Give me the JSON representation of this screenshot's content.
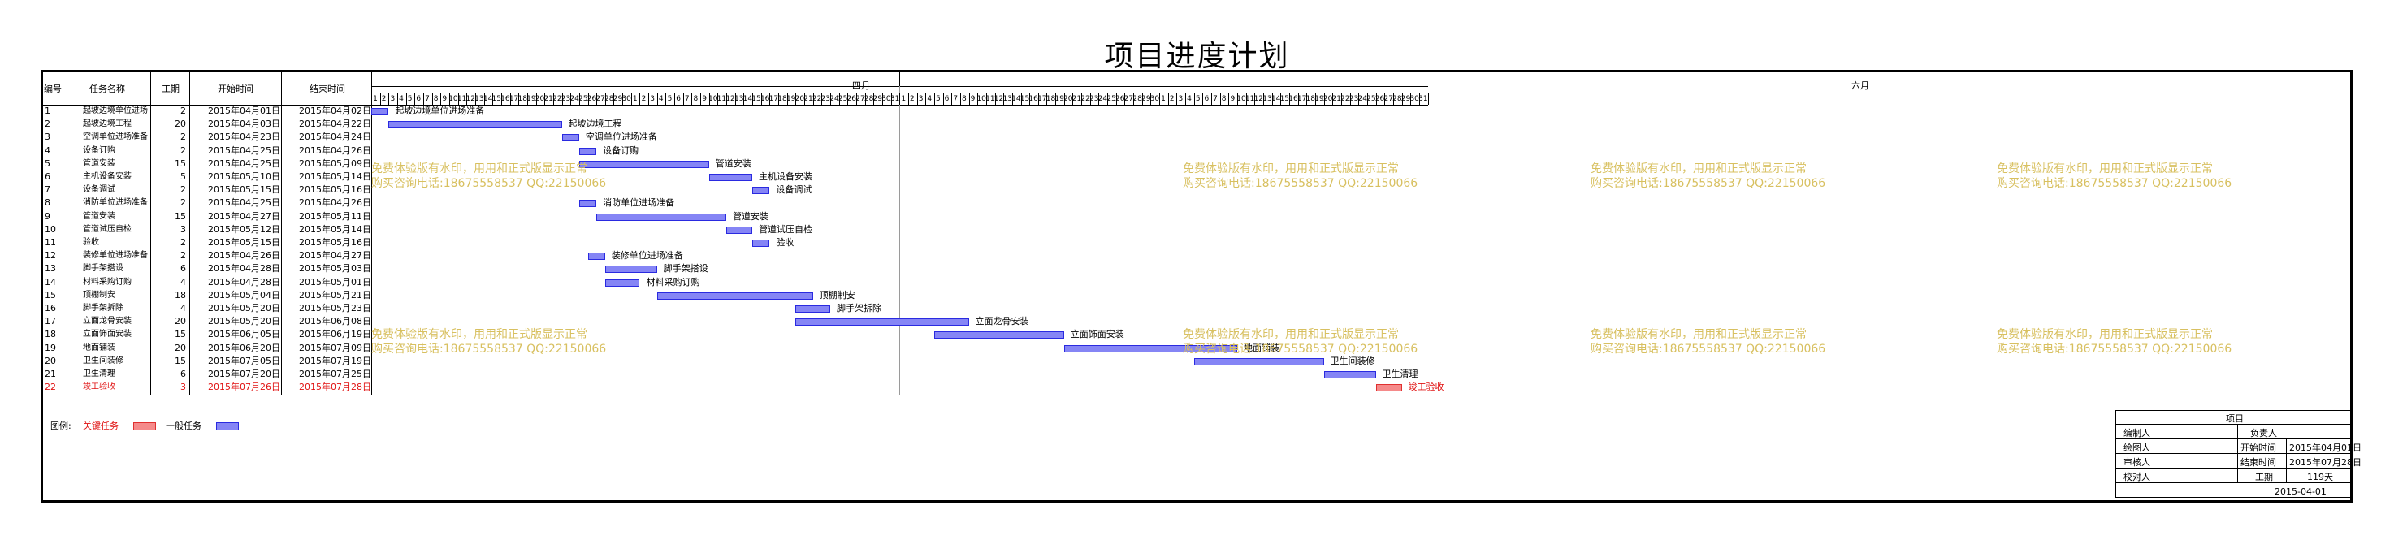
{
  "title": "项目进度计划",
  "headers": {
    "id": "编号",
    "name": "任务名称",
    "duration": "工期",
    "start": "开始时间",
    "end": "结束时间"
  },
  "months": [
    "四月",
    "六月"
  ],
  "days_row": [
    "1",
    "2",
    "3",
    "4",
    "5",
    "6",
    "7",
    "8",
    "9",
    "10",
    "11",
    "12",
    "13",
    "14",
    "15",
    "16",
    "17",
    "18",
    "19",
    "20",
    "21",
    "22",
    "23",
    "24",
    "25",
    "26",
    "27",
    "28",
    "29",
    "30",
    "1",
    "2",
    "3",
    "4",
    "5",
    "6",
    "7",
    "8",
    "9",
    "10",
    "11",
    "12",
    "13",
    "14",
    "15",
    "16",
    "17",
    "18",
    "19",
    "20",
    "21",
    "22",
    "23",
    "24",
    "25",
    "26",
    "27",
    "28",
    "29",
    "30",
    "31",
    "1",
    "2",
    "3",
    "4",
    "5",
    "6",
    "7",
    "8",
    "9",
    "10",
    "11",
    "12",
    "13",
    "14",
    "15",
    "16",
    "17",
    "18",
    "19",
    "20",
    "21",
    "22",
    "23",
    "24",
    "25",
    "26",
    "27",
    "28",
    "29",
    "30",
    "1",
    "2",
    "3",
    "4",
    "5",
    "6",
    "7",
    "8",
    "9",
    "10",
    "11",
    "12",
    "13",
    "14",
    "15",
    "16",
    "17",
    "18",
    "19",
    "20",
    "21",
    "22",
    "23",
    "24",
    "25",
    "26",
    "27",
    "28",
    "29",
    "30",
    "31"
  ],
  "tasks": [
    {
      "id": "1",
      "name": "起坡边境单位进场准备",
      "dur": "2",
      "start": "2015年04月01日",
      "end": "2015年04月02日",
      "bar_label": "起坡边境单位进场准备",
      "offset": 0,
      "days": 2,
      "critical": false
    },
    {
      "id": "2",
      "name": "起坡边境工程",
      "dur": "20",
      "start": "2015年04月03日",
      "end": "2015年04月22日",
      "bar_label": "起坡边境工程",
      "offset": 2,
      "days": 20,
      "critical": false
    },
    {
      "id": "3",
      "name": "空调单位进场准备",
      "dur": "2",
      "start": "2015年04月23日",
      "end": "2015年04月24日",
      "bar_label": "空调单位进场准备",
      "offset": 22,
      "days": 2,
      "critical": false
    },
    {
      "id": "4",
      "name": "设备订购",
      "dur": "2",
      "start": "2015年04月25日",
      "end": "2015年04月26日",
      "bar_label": "设备订购",
      "offset": 24,
      "days": 2,
      "critical": false
    },
    {
      "id": "5",
      "name": "管道安装",
      "dur": "15",
      "start": "2015年04月25日",
      "end": "2015年05月09日",
      "bar_label": "管道安装",
      "offset": 24,
      "days": 15,
      "critical": false
    },
    {
      "id": "6",
      "name": "主机设备安装",
      "dur": "5",
      "start": "2015年05月10日",
      "end": "2015年05月14日",
      "bar_label": "主机设备安装",
      "offset": 39,
      "days": 5,
      "critical": false
    },
    {
      "id": "7",
      "name": "设备调试",
      "dur": "2",
      "start": "2015年05月15日",
      "end": "2015年05月16日",
      "bar_label": "设备调试",
      "offset": 44,
      "days": 2,
      "critical": false
    },
    {
      "id": "8",
      "name": "消防单位进场准备",
      "dur": "2",
      "start": "2015年04月25日",
      "end": "2015年04月26日",
      "bar_label": "消防单位进场准备",
      "offset": 24,
      "days": 2,
      "critical": false
    },
    {
      "id": "9",
      "name": "管道安装",
      "dur": "15",
      "start": "2015年04月27日",
      "end": "2015年05月11日",
      "bar_label": "管道安装",
      "offset": 26,
      "days": 15,
      "critical": false
    },
    {
      "id": "10",
      "name": "管道试压自检",
      "dur": "3",
      "start": "2015年05月12日",
      "end": "2015年05月14日",
      "bar_label": "管道试压自检",
      "offset": 41,
      "days": 3,
      "critical": false
    },
    {
      "id": "11",
      "name": "验收",
      "dur": "2",
      "start": "2015年05月15日",
      "end": "2015年05月16日",
      "bar_label": "验收",
      "offset": 44,
      "days": 2,
      "critical": false
    },
    {
      "id": "12",
      "name": "装修单位进场准备",
      "dur": "2",
      "start": "2015年04月26日",
      "end": "2015年04月27日",
      "bar_label": "装修单位进场准备",
      "offset": 25,
      "days": 2,
      "critical": false
    },
    {
      "id": "13",
      "name": "脚手架搭设",
      "dur": "6",
      "start": "2015年04月28日",
      "end": "2015年05月03日",
      "bar_label": "脚手架搭设",
      "offset": 27,
      "days": 6,
      "critical": false
    },
    {
      "id": "14",
      "name": "材料采购订购",
      "dur": "4",
      "start": "2015年04月28日",
      "end": "2015年05月01日",
      "bar_label": "材料采购订购",
      "offset": 27,
      "days": 4,
      "critical": false
    },
    {
      "id": "15",
      "name": "顶棚制安",
      "dur": "18",
      "start": "2015年05月04日",
      "end": "2015年05月21日",
      "bar_label": "顶棚制安",
      "offset": 33,
      "days": 18,
      "critical": false
    },
    {
      "id": "16",
      "name": "脚手架拆除",
      "dur": "4",
      "start": "2015年05月20日",
      "end": "2015年05月23日",
      "bar_label": "脚手架拆除",
      "offset": 49,
      "days": 4,
      "critical": false
    },
    {
      "id": "17",
      "name": "立面龙骨安装",
      "dur": "20",
      "start": "2015年05月20日",
      "end": "2015年06月08日",
      "bar_label": "立面龙骨安装",
      "offset": 49,
      "days": 20,
      "critical": false
    },
    {
      "id": "18",
      "name": "立面饰面安装",
      "dur": "15",
      "start": "2015年06月05日",
      "end": "2015年06月19日",
      "bar_label": "立面饰面安装",
      "offset": 65,
      "days": 15,
      "critical": false
    },
    {
      "id": "19",
      "name": "地面铺装",
      "dur": "20",
      "start": "2015年06月20日",
      "end": "2015年07月09日",
      "bar_label": "地面铺装",
      "offset": 80,
      "days": 20,
      "critical": false
    },
    {
      "id": "20",
      "name": "卫生间装修",
      "dur": "15",
      "start": "2015年07月05日",
      "end": "2015年07月19日",
      "bar_label": "卫生间装修",
      "offset": 95,
      "days": 15,
      "critical": false
    },
    {
      "id": "21",
      "name": "卫生清理",
      "dur": "6",
      "start": "2015年07月20日",
      "end": "2015年07月25日",
      "bar_label": "卫生清理",
      "offset": 110,
      "days": 6,
      "critical": false
    },
    {
      "id": "22",
      "name": "竣工验收",
      "dur": "3",
      "start": "2015年07月26日",
      "end": "2015年07月28日",
      "bar_label": "竣工验收",
      "offset": 116,
      "days": 3,
      "critical": true
    }
  ],
  "watermark": {
    "line1": "免费体验版有水印，用用和正式版显示正常",
    "line2": "购买咨询电话:18675558537 QQ:22150066"
  },
  "legend": {
    "label": "图例:",
    "critical": "关键任务",
    "normal": "一般任务"
  },
  "colors": {
    "normal_bar": "#8585f5",
    "critical_bar": "#f58a8a",
    "critical_text": "#e01010",
    "watermark": "#d8c060"
  },
  "info": {
    "project_label": "项目",
    "made_by": "编制人",
    "owner_label": "负责人",
    "drawn_by": "绘图人",
    "start_label": "开始时间",
    "start_value": "2015年04月01日",
    "reviewer": "审核人",
    "end_label": "结束时间",
    "end_value": "2015年07月28日",
    "checker": "校对人",
    "duration_label": "工期",
    "duration_value": "119天",
    "date": "2015-04-01"
  }
}
